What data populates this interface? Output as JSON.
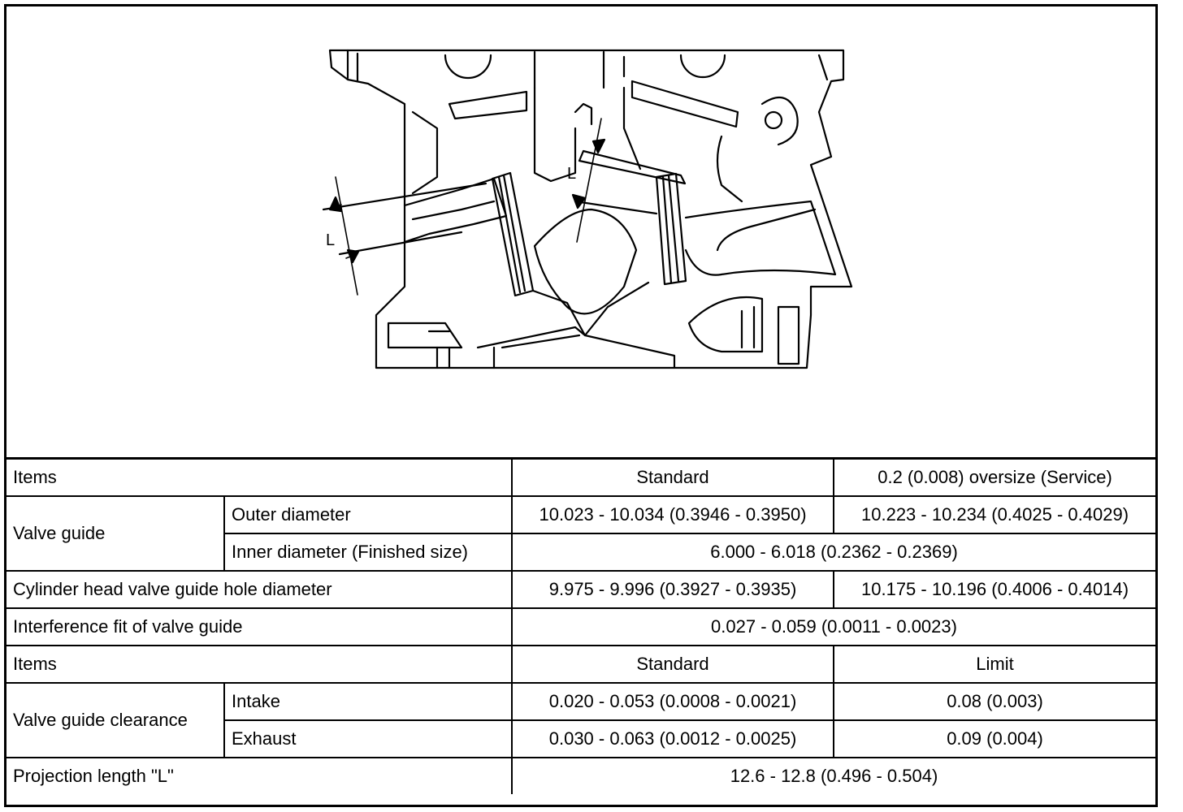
{
  "figure": {
    "callouts": [
      "L",
      "L"
    ]
  },
  "table": {
    "row1": {
      "items": "Items",
      "standard": "Standard",
      "oversize": "0.2 (0.008) oversize (Service)"
    },
    "row2": {
      "group": "Valve guide",
      "label": "Outer diameter",
      "standard": "10.023 - 10.034 (0.3946 - 0.3950)",
      "oversize": "10.223 - 10.234 (0.4025 - 0.4029)"
    },
    "row3": {
      "label": "Inner diameter (Finished size)",
      "value": "6.000 - 6.018 (0.2362 - 0.2369)"
    },
    "row4": {
      "label": "Cylinder head valve guide hole diameter",
      "standard": "9.975 - 9.996 (0.3927 - 0.3935)",
      "oversize": "10.175 - 10.196 (0.4006 - 0.4014)"
    },
    "row5": {
      "label": "Interference fit of valve guide",
      "value": "0.027 - 0.059 (0.0011 - 0.0023)"
    },
    "row6": {
      "items": "Items",
      "standard": "Standard",
      "limit": "Limit"
    },
    "row7": {
      "group": "Valve guide clearance",
      "label": "Intake",
      "standard": "0.020 - 0.053 (0.0008 - 0.0021)",
      "limit": "0.08 (0.003)"
    },
    "row8": {
      "label": "Exhaust",
      "standard": "0.030 - 0.063 (0.0012 - 0.0025)",
      "limit": "0.09 (0.004)"
    },
    "row9": {
      "label": "Projection length \"L\"",
      "value": "12.6 - 12.8 (0.496 - 0.504)"
    }
  }
}
